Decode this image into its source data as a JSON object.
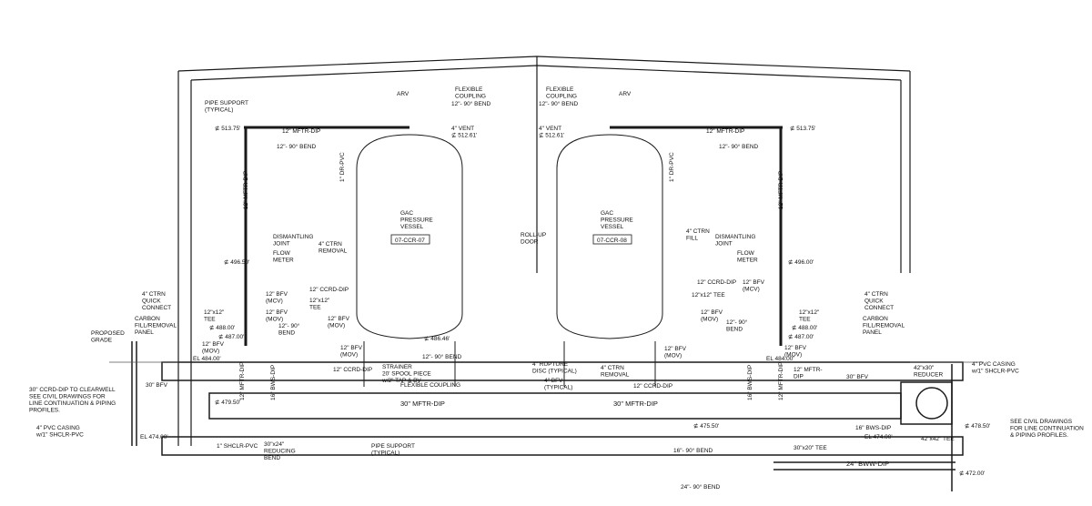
{
  "labels": {
    "pipe_support_typical": "PIPE SUPPORT\n(TYPICAL)",
    "el_513_75_left": "⊈ 513.75'",
    "mftr_top_left": "12\" MFTR-DIP",
    "bend_left_top": "12\"- 90° BEND",
    "dr_pvc_left": "1\" DR-PVC",
    "arv_left": "ARV",
    "flex_coupling_left": "FLEXIBLE\nCOUPLING",
    "bend_90_left_arv": "12\"- 90° BEND",
    "vent_left": "4\" VENT\n⊈ 512.61'",
    "mftr_vertical_left": "12\" MFTR-DIP",
    "dismantling_left": "DISMANTLING\nJOINT",
    "flow_meter_left": "FLOW\nMETER",
    "el_496_50": "⊈ 496.50'",
    "ctrn_removal_left": "4\" CTRN\nREMOVAL",
    "ctrn_quick_left": "4\" CTRN\nQUICK\nCONNECT",
    "carbon_fill_left": "CARBON\nFILL/REMOVAL\nPANEL",
    "tee_left": "12\"x12\"\nTEE",
    "el_488_left": "⊈ 488.00'",
    "el_487_left": "⊈ 487.00'",
    "proposed_grade": "PROPOSED\nGRADE",
    "bfv_mcv_left": "12\" BFV\n(MCV)",
    "bfv_mov_left": "12\" BFV\n(MOV)",
    "bfv_mov_left2": "12\" BFV\n(MOV)",
    "el_484_left": "EL 484.00'",
    "ccrd_dip_left": "12\" CCRD-DIP",
    "tee_12_left": "12\"x12\"\nTEE",
    "bfv_mov_left3": "12\" BFV\n(MOV)",
    "bend_left_mid": "12\"- 90°\nBEND",
    "bfv_mov_left4": "12\" BFV\n(MOV)",
    "ccrd_dip_left2": "12\" CCRD-DIP",
    "mftr_dip_v_left": "12\" MFTR-DIP",
    "bws_dip_v_left": "16\" BWS-DIP",
    "bfv_30_left": "30\" BFV",
    "ccrd_clearwell": "30\" CCRD-DIP TO CLEARWELL\nSEE CIVIL DRAWINGS FOR\nLINE CONTINUATION & PIPING\nPROFILES.",
    "el_479_50": "⊈ 479.50'",
    "pvc_casing_left": "4\" PVC CASING\nw/1\" SHCLR-PVC",
    "el_474_left": "EL 474.00'",
    "shclr_pvc": "1\" SHCLR-PVC",
    "reducing_bend": "30\"x24\"\nREDUCING\nBEND",
    "pipe_support_bottom": "PIPE SUPPORT\n(TYPICAL)",
    "mftr_30_left": "30\" MFTR-DIP",
    "mftr_30_right": "30\" MFTR-DIP",
    "strainer": "STRAINER\n20' SPOOL PIECE\nw/2\" TAP & BV",
    "flex_coupling_bottom": "FLEXIBLE COUPLING",
    "vessel_gac_left": "GAC\nPRESSURE\nVESSEL",
    "vessel_tag_left": "07-CCR-07",
    "vessel_gac_right": "GAC\nPRESSURE\nVESSEL",
    "vessel_tag_right": "07-CCR-08",
    "roll_up_door": "ROLL-UP\nDOOR",
    "el_486_left": "⊈ 486.46'",
    "bend_90_12": "12\"- 90° BEND",
    "rupture_disc": "4\" RUPTURE\nDISC (TYPICAL)",
    "bfv_typical": "4\" BFV\n(TYPICAL)",
    "ctrn_removal_right": "4\" CTRN\nREMOVAL",
    "ccrd_dip_bottom_right": "12\" CCRD-DIP",
    "ccrd_dip_right": "12\" CCRD-DIP",
    "tee_right": "12\"x12\" TEE",
    "bfv_mcv_right": "12\" BFV\n(MCV)",
    "bfv_mov_right": "12\" BFV\n(MOV)",
    "bend_right_mid": "12\"- 90°\nBEND",
    "bfv_mov_right2": "12\" BFV\n(MOV)",
    "flex_coupling_right": "FLEXIBLE\nCOUPLING",
    "bend_90_right_arv": "12\"- 90° BEND",
    "arv_right": "ARV",
    "vent_right": "4\" VENT\n⊈ 512.61'",
    "dr_pvc_right": "1\" DR-PVC",
    "ctrn_fill": "4\" CTRN\nFILL",
    "mftr_top_right": "12\" MFTR-DIP",
    "el_513_75_right": "⊈ 513.75'",
    "bend_right_top": "12\"- 90° BEND",
    "mftr_vertical_right": "12\" MFTR-DIP",
    "dismantling_right": "DISMANTLING\nJOINT",
    "flow_meter_right": "FLOW\nMETER",
    "el_496_right": "⊈ 496.00'",
    "ctrn_quick_right": "4\" CTRN\nQUICK\nCONNECT",
    "tee_right2": "12\"x12\"\nTEE",
    "el_488_right": "⊈ 488.00'",
    "el_487_right": "⊈ 487.00'",
    "carbon_fill_right": "CARBON\nFILL/REMOVAL\nPANEL",
    "bfv_mov_right3": "12\" BFV\n(MOV)",
    "mftr_dip_right": "12\" MFTR-\nDIP",
    "el_484_right": "EL 484.00'",
    "bfv_30_right": "30\" BFV",
    "reducer": "42\"x30\"\nREDUCER",
    "pvc_casing_right": "4\" PVC CASING\nw/1\" SHCLR-PVC",
    "el_478_50": "⊈ 478.50'",
    "el_475_50": "⊈ 475.50'",
    "bws_dip_16": "16\" BWS-DIP",
    "el_474_right": "EL 474.00'",
    "tee_42": "42\"x42\" TEE",
    "see_civil_right": "SEE CIVIL DRAWINGS\nFOR LINE CONTINUATION\n& PIPING PROFILES.",
    "bend_16": "16\"- 90° BEND",
    "tee_30": "30\"x20\" TEE",
    "bww_dip": "24\" BWW-DIP",
    "el_472": "⊈ 472.00'",
    "bend_24": "24\"- 90° BEND",
    "bws_dip_v_right": "16\" BWS-DIP",
    "mftr_dip_v_right": "12\" MFTR-DIP"
  }
}
